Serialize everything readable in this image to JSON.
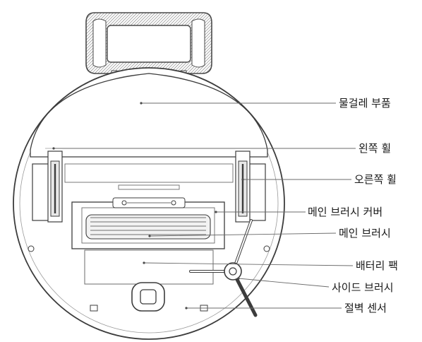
{
  "callouts": [
    {
      "id": "mop",
      "label": "물걸레 부품"
    },
    {
      "id": "left-wheel",
      "label": "왼쪽 휠"
    },
    {
      "id": "right-wheel",
      "label": "오른쪽 휠"
    },
    {
      "id": "main-brush-cover",
      "label": "메인 브러시 커버"
    },
    {
      "id": "main-brush",
      "label": "메인 브러시"
    },
    {
      "id": "battery",
      "label": "배터리 팩"
    },
    {
      "id": "side-brush",
      "label": "사이드 브러시"
    },
    {
      "id": "cliff-sensor",
      "label": "절벽 센서"
    }
  ]
}
